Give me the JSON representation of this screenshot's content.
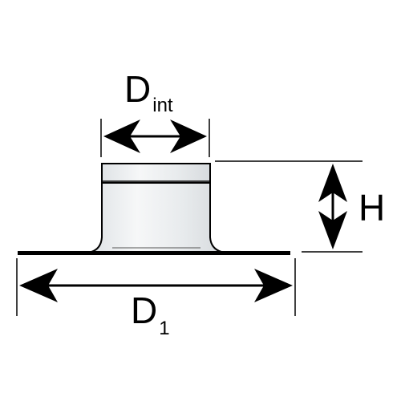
{
  "labels": {
    "d_int": {
      "main": "D",
      "sub": "int"
    },
    "d_1": {
      "main": "D",
      "sub": "1"
    },
    "h": "H"
  },
  "colors": {
    "stroke": "#000000",
    "pipe_fill": "#e9ecee",
    "pipe_highlight": "#f6f7f8",
    "background": "#ffffff"
  }
}
